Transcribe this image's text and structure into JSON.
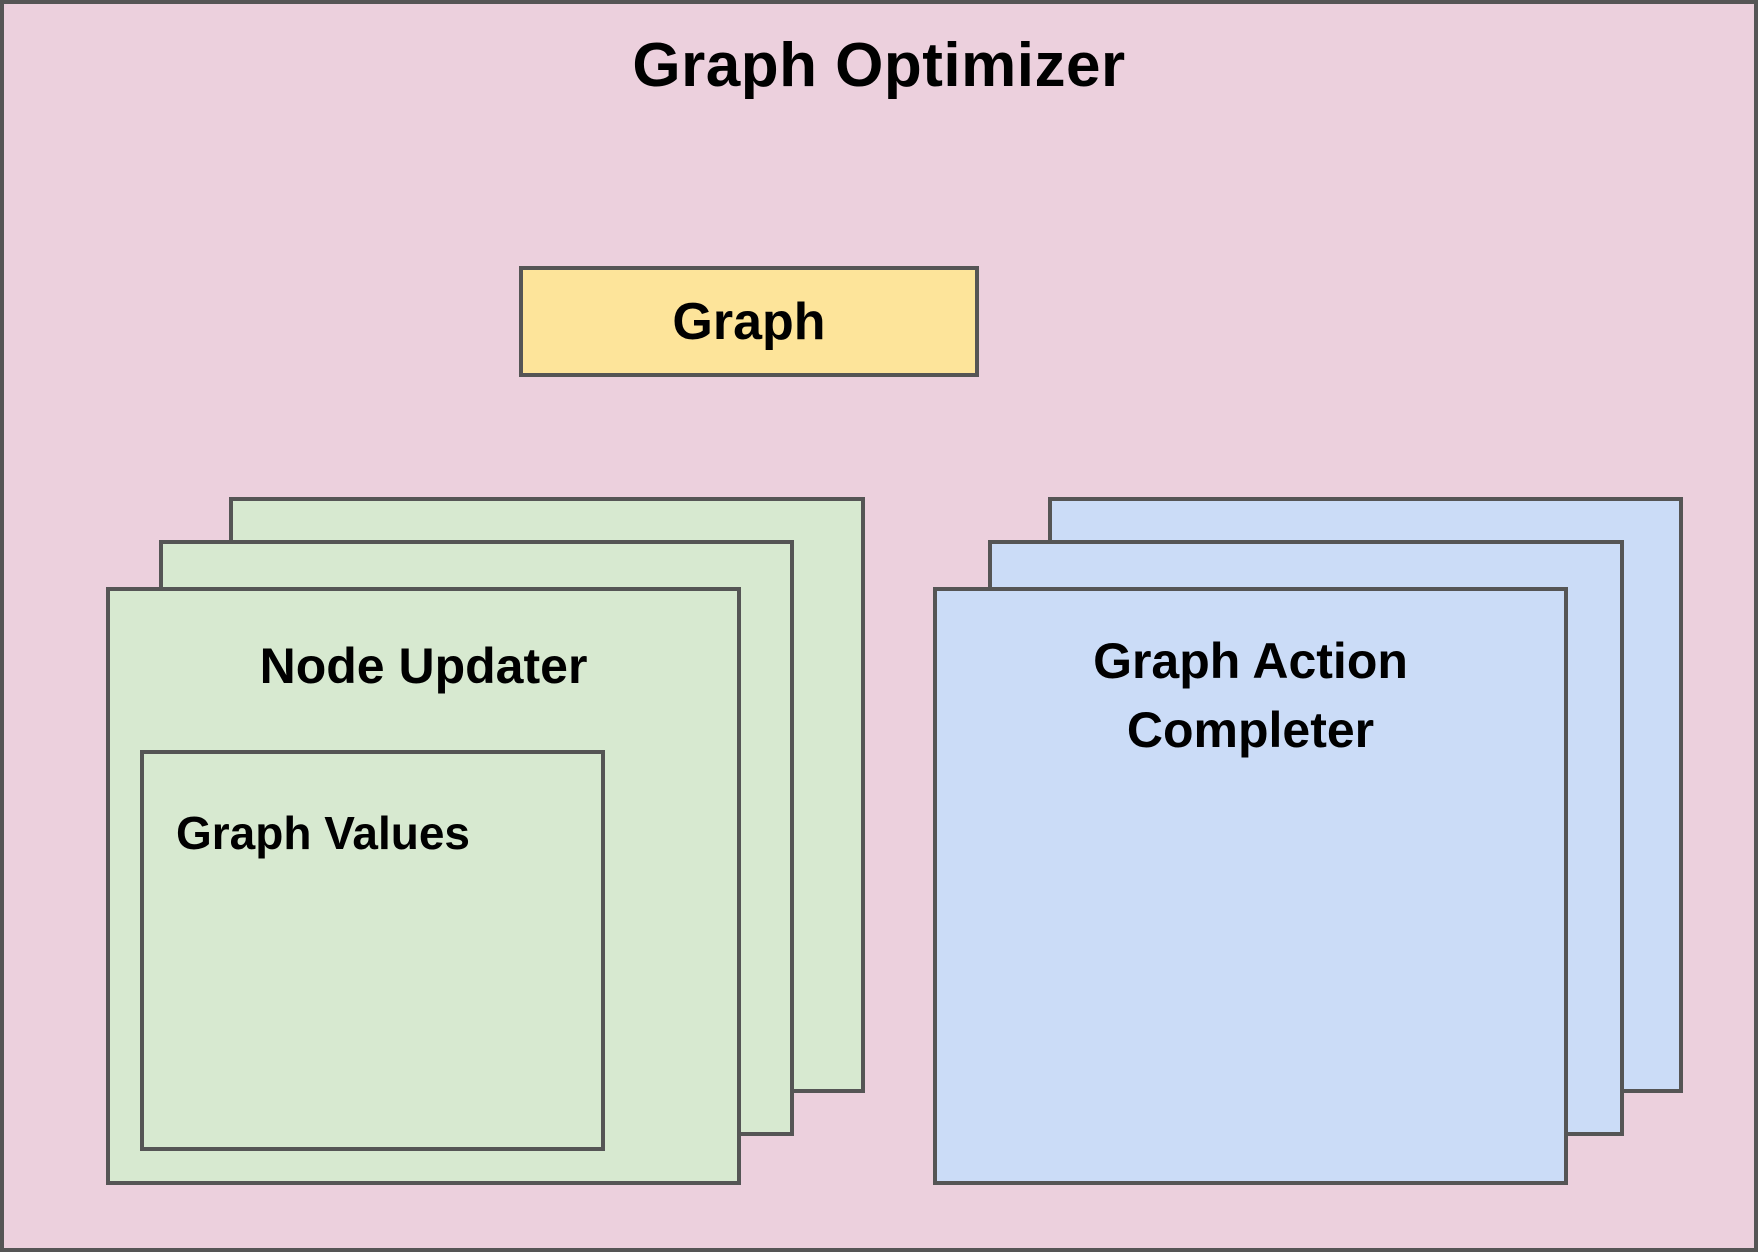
{
  "diagram": {
    "title": "Graph Optimizer",
    "background_color": "#ecd0dd",
    "border_color": "#555555"
  },
  "graph_box": {
    "label": "Graph",
    "color": "#fde49a"
  },
  "node_updater": {
    "label": "Node Updater",
    "color": "#d7e9d0",
    "stack_count": 3,
    "inner": {
      "label": "Graph Values",
      "color": "#d7e9d0"
    }
  },
  "graph_action_completer": {
    "label_line_1": "Graph Action",
    "label_line_2": "Completer",
    "color": "#cbdcf7",
    "stack_count": 3
  }
}
